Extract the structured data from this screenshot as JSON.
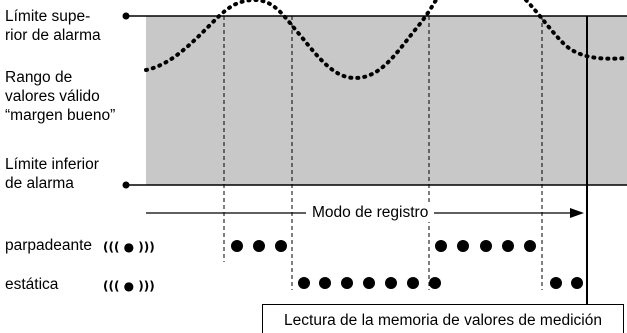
{
  "labels": {
    "upper_line1": "Límite supe-",
    "upper_line2": "rior de alarma",
    "range_line1": "Rango de",
    "range_line2": "valores válido",
    "range_line3": "“margen bueno”",
    "lower_line1": "Límite inferior",
    "lower_line2": "de alarma",
    "recording_mode": "Modo de registro",
    "blinking": "parpadeante",
    "static": "estática",
    "memory_read": "Lectura de la memoria de valores de medición"
  },
  "icons": {
    "led_symbol": "((( ● )))"
  },
  "colors": {
    "band_fill": "#c8c8c8",
    "line": "#000000"
  },
  "sequence": {
    "blinking_groups": [
      3,
      5
    ],
    "static_groups": [
      7,
      2
    ]
  }
}
